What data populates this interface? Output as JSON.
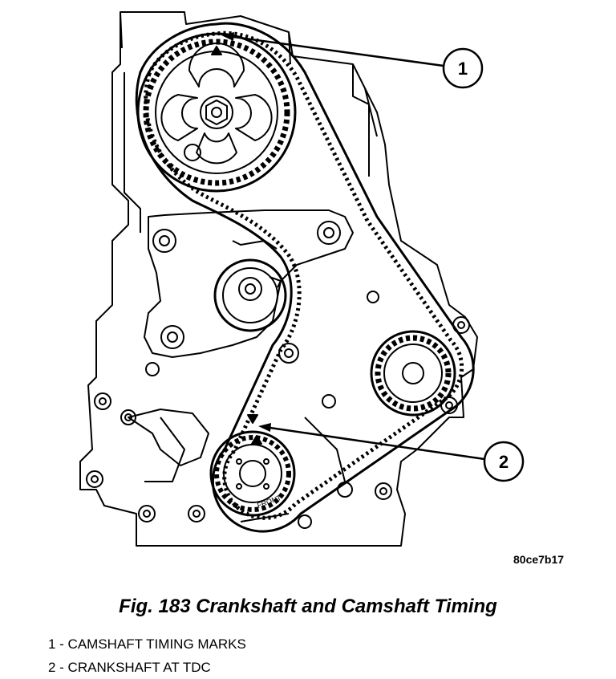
{
  "figure": {
    "reference_code": "80ce7b17",
    "caption": "Fig. 183 Crankshaft and Camshaft Timing",
    "callouts": [
      {
        "number": "1",
        "legend_text": "1 - CAMSHAFT TIMING MARKS"
      },
      {
        "number": "2",
        "legend_text": "2 - CRANKSHAFT AT TDC"
      }
    ],
    "sprocket_text": "FRONT"
  },
  "colors": {
    "line": "#000000",
    "background": "#ffffff"
  }
}
